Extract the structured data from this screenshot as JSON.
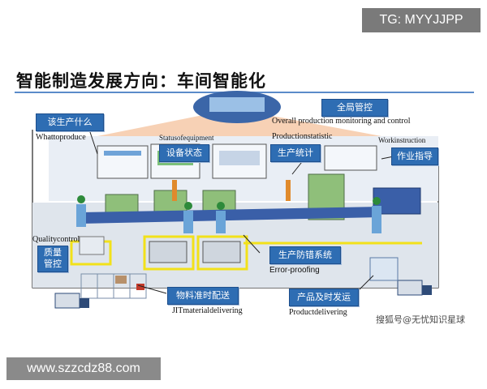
{
  "watermark_top": "TG: MYYJJPP",
  "heading": "智能制造发展方向：车间智能化",
  "labels": {
    "global_control": "全局管控",
    "global_control_en": "Overall production monitoring and control",
    "what_to_produce": "该生产什么",
    "what_to_produce_en": "Whattoproduce",
    "equipment_status": "设备状态",
    "equipment_status_en": "Statusofequipment",
    "production_stats": "生产统计",
    "production_stats_en": "Productionstatistic",
    "work_guide": "作业指导",
    "work_guide_en": "Workinstruction",
    "quality_control_en": "Qualitycontrol",
    "quality_control": "质量\n管控",
    "error_proofing": "生产防错系统",
    "error_proofing_en": "Error-proofing",
    "jit_delivery": "物料准时配送",
    "jit_delivery_en": "JITmaterialdelivering",
    "product_delivery": "产品及时发运",
    "product_delivery_en": "Productdelivering"
  },
  "watermark_bottom": "搜狐号@无忧知识星球",
  "footer_url": "www.szzcdz88.com",
  "colors": {
    "label_blue": "#2e6db3",
    "heading_rule": "#5b8bc9",
    "floor_yellow": "#f2e11a",
    "machine_green": "#8fbf7a",
    "conveyor_blue": "#3a5fa8"
  }
}
